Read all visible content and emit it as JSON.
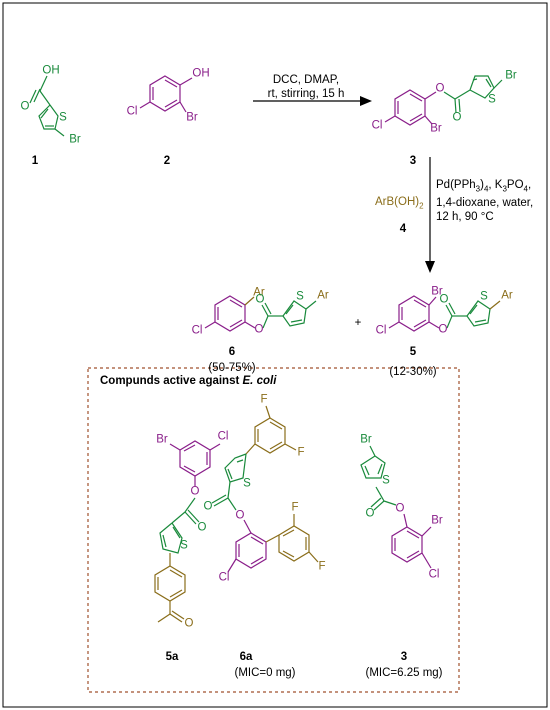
{
  "reaction1": {
    "reagents": "DCC, DMAP,",
    "conditions": "rt, stirring, 15 h"
  },
  "reaction2": {
    "reagent_left": "ArB(OH)",
    "reagent_left_sub": "2",
    "reagent_left_number": "4",
    "line1_a": "Pd(PPh",
    "line1_sub1": "3",
    "line1_b": ")",
    "line1_sub2": "4",
    "line1_c": ", K",
    "line1_sub3": "3",
    "line1_d": "PO",
    "line1_sub4": "4",
    "line1_e": ",",
    "line2": "1,4-dioxane, water,",
    "line3": "12 h, 90 °C"
  },
  "compounds": {
    "c1": "1",
    "c2": "2",
    "c3": "3",
    "c5": "5",
    "c6": "6",
    "plus": "+",
    "yield6": "(50-75%)",
    "yield5": "(12-30%)"
  },
  "atoms": {
    "oh": "OH",
    "o": "O",
    "s": "S",
    "br": "Br",
    "cl": "Cl",
    "f": "F",
    "ar": "Ar"
  },
  "box": {
    "title_prefix": "Compunds active against ",
    "title_italic": "E. coli",
    "label_5a": "5a",
    "label_6a": "6a",
    "label_3": "3",
    "mic_6a": "(MIC=0 mg)",
    "mic_3": "(MIC=6.25 mg)"
  },
  "colors": {
    "thiophene": "#1a8a3c",
    "phenyl": "#8a1f8a",
    "aryl": "#8a6d1a",
    "box_border": "#a0522d"
  }
}
